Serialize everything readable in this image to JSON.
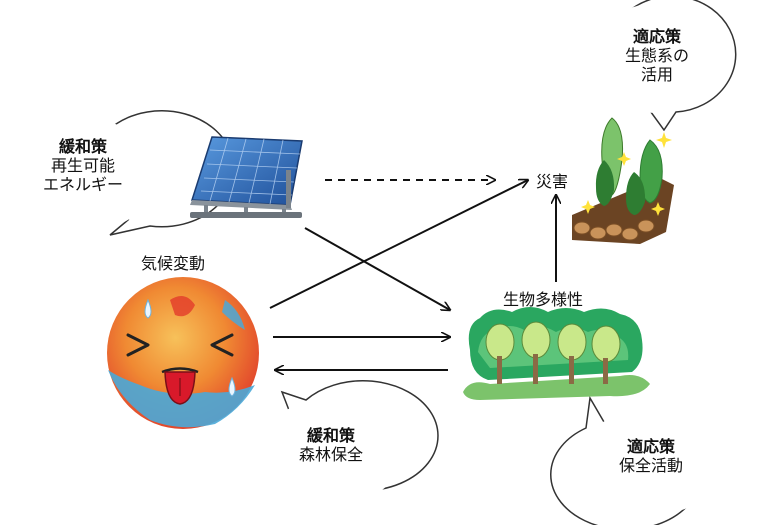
{
  "bubbles": {
    "renewable": {
      "title": "緩和策",
      "lines": [
        "再生可能",
        "エネルギー"
      ]
    },
    "forest": {
      "title": "緩和策",
      "lines": [
        "森林保全"
      ]
    },
    "ecosystem": {
      "title": "適応策",
      "lines": [
        "生態系の",
        "活用"
      ]
    },
    "conservation": {
      "title": "適応策",
      "lines": [
        "保全活動"
      ]
    }
  },
  "labels": {
    "climate": "気候変動",
    "biodiversity": "生物多様性",
    "disaster": "災害"
  },
  "colors": {
    "arrow": "#111111",
    "bubble_stroke": "#333333",
    "earth_hot": "#e8452c",
    "earth_warm": "#f4a534",
    "earth_cool": "#4aa8d8",
    "solar_panel": "#2f6fc0",
    "forest_green": "#4caf50",
    "tree_dark": "#2e7d32",
    "log_brown": "#8d5a2b"
  },
  "icons": [
    "sweating-earth-icon",
    "solar-panel-icon",
    "forest-icon",
    "forest-logs-icon"
  ]
}
